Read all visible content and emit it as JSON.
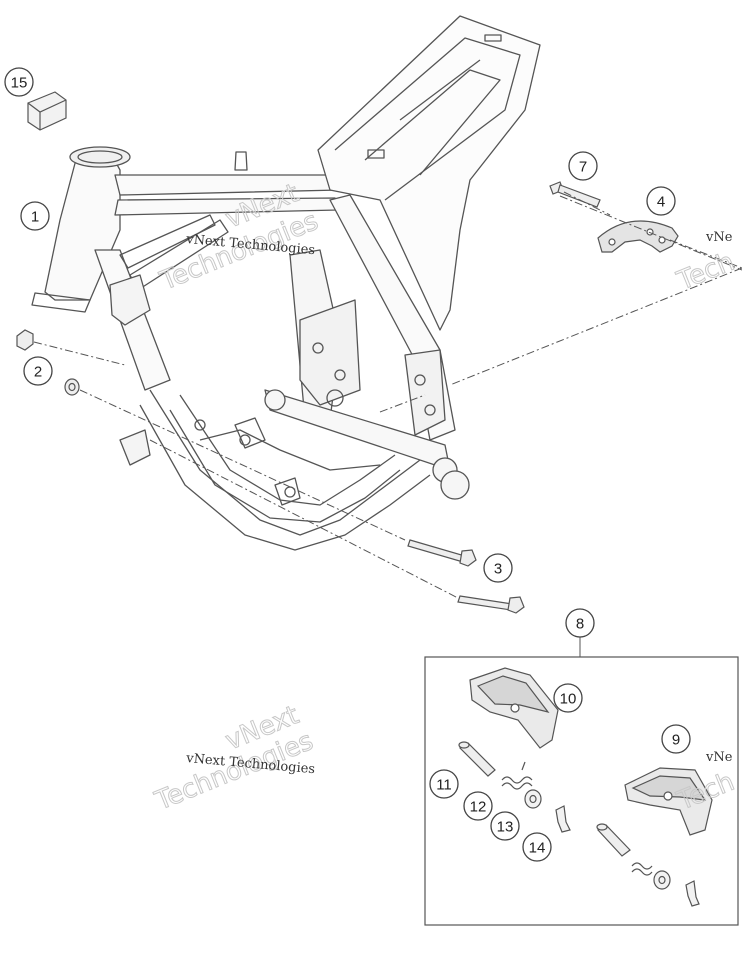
{
  "callouts": [
    {
      "id": "15",
      "label": "15"
    },
    {
      "id": "1",
      "label": "1"
    },
    {
      "id": "2",
      "label": "2"
    },
    {
      "id": "3",
      "label": "3"
    },
    {
      "id": "7",
      "label": "7"
    },
    {
      "id": "4",
      "label": "4"
    },
    {
      "id": "8",
      "label": "8"
    },
    {
      "id": "10",
      "label": "10"
    },
    {
      "id": "9",
      "label": "9"
    },
    {
      "id": "11",
      "label": "11"
    },
    {
      "id": "12",
      "label": "12"
    },
    {
      "id": "13",
      "label": "13"
    },
    {
      "id": "14",
      "label": "14"
    }
  ],
  "watermarks": {
    "line1": "vNext Technologies",
    "line2": "vNext",
    "line3": "Technologies",
    "right_fragment_1": "vNe",
    "right_fragment_2": "Tech",
    "right_fragment_3": "vNe",
    "right_fragment_4": "Tech"
  }
}
